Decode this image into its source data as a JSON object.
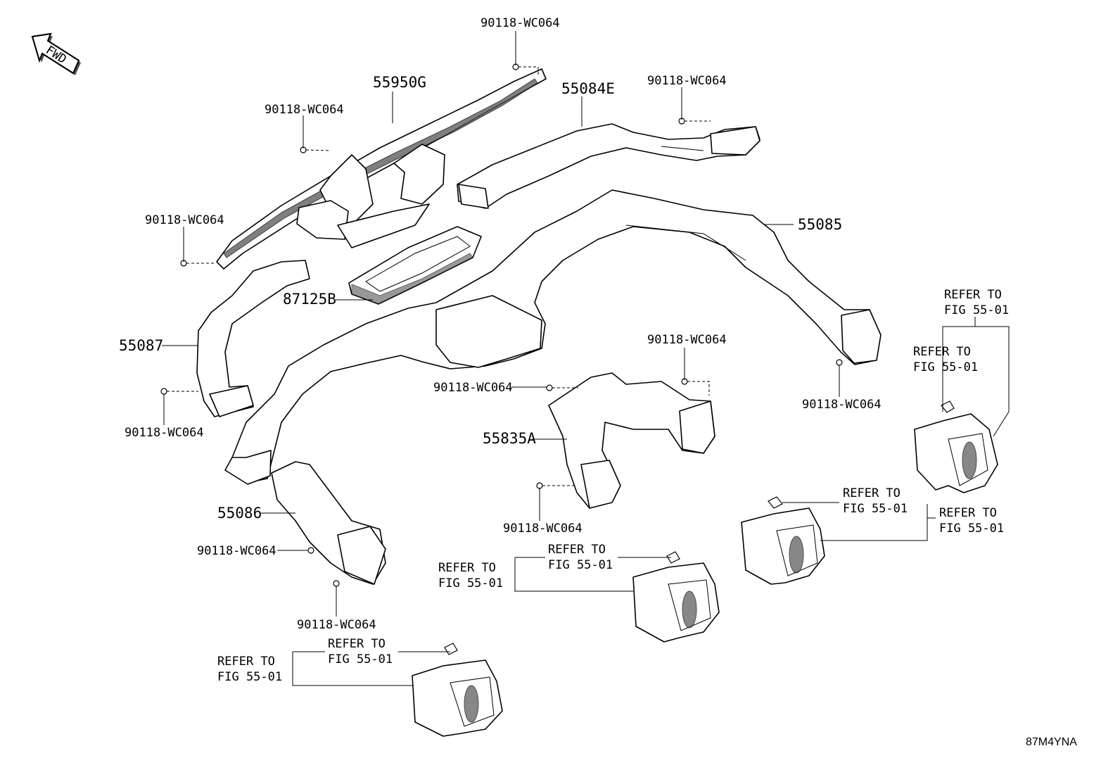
{
  "fwd_label": "FWD",
  "image_code": "87M4YNA",
  "screw_part": "90118-WC064",
  "refer_line1": "REFER TO",
  "refer_line2": "FIG 55-01",
  "parts": {
    "p55950G": "55950G",
    "p55084E": "55084E",
    "p55085": "55085",
    "p87125B": "87125B",
    "p55087": "55087",
    "p55086": "55086",
    "p55835A": "55835A"
  }
}
